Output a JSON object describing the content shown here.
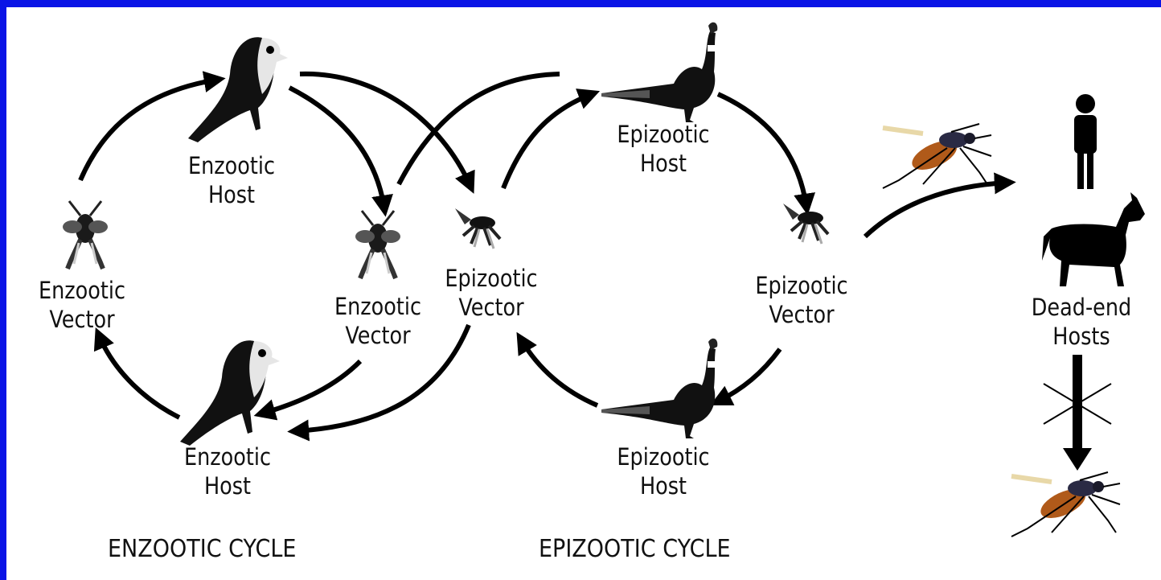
{
  "labels": {
    "enzootic_host_top": [
      "Enzootic",
      "Host"
    ],
    "enzootic_host_bottom": [
      "Enzootic",
      "Host"
    ],
    "enzootic_vector_left": [
      "Enzootic",
      "Vector"
    ],
    "enzootic_vector_center": [
      "Enzootic",
      "Vector"
    ],
    "epizootic_vector_center": [
      "Epizootic",
      "Vector"
    ],
    "epizootic_host_top": [
      "Epizootic",
      "Host"
    ],
    "epizootic_host_bottom": [
      "Epizootic",
      "Host"
    ],
    "epizootic_vector_right": [
      "Epizootic",
      "Vector"
    ],
    "dead_end_hosts": [
      "Dead-end",
      "Hosts"
    ]
  },
  "cycles": {
    "enzootic": "ENZOOTIC CYCLE",
    "epizootic": "EPIZOOTIC CYCLE"
  },
  "colors": {
    "border": "#0a14e6",
    "background": "#ffffff",
    "ink": "#000000",
    "mosquito_body": "#b05a1a"
  },
  "icons": {
    "host_bird": "songbird-icon",
    "epizootic_bird": "pheasant-icon",
    "vector": "mosquito-icon",
    "human": "human-icon",
    "horse": "horse-icon",
    "blocked": "x-cross-icon"
  }
}
